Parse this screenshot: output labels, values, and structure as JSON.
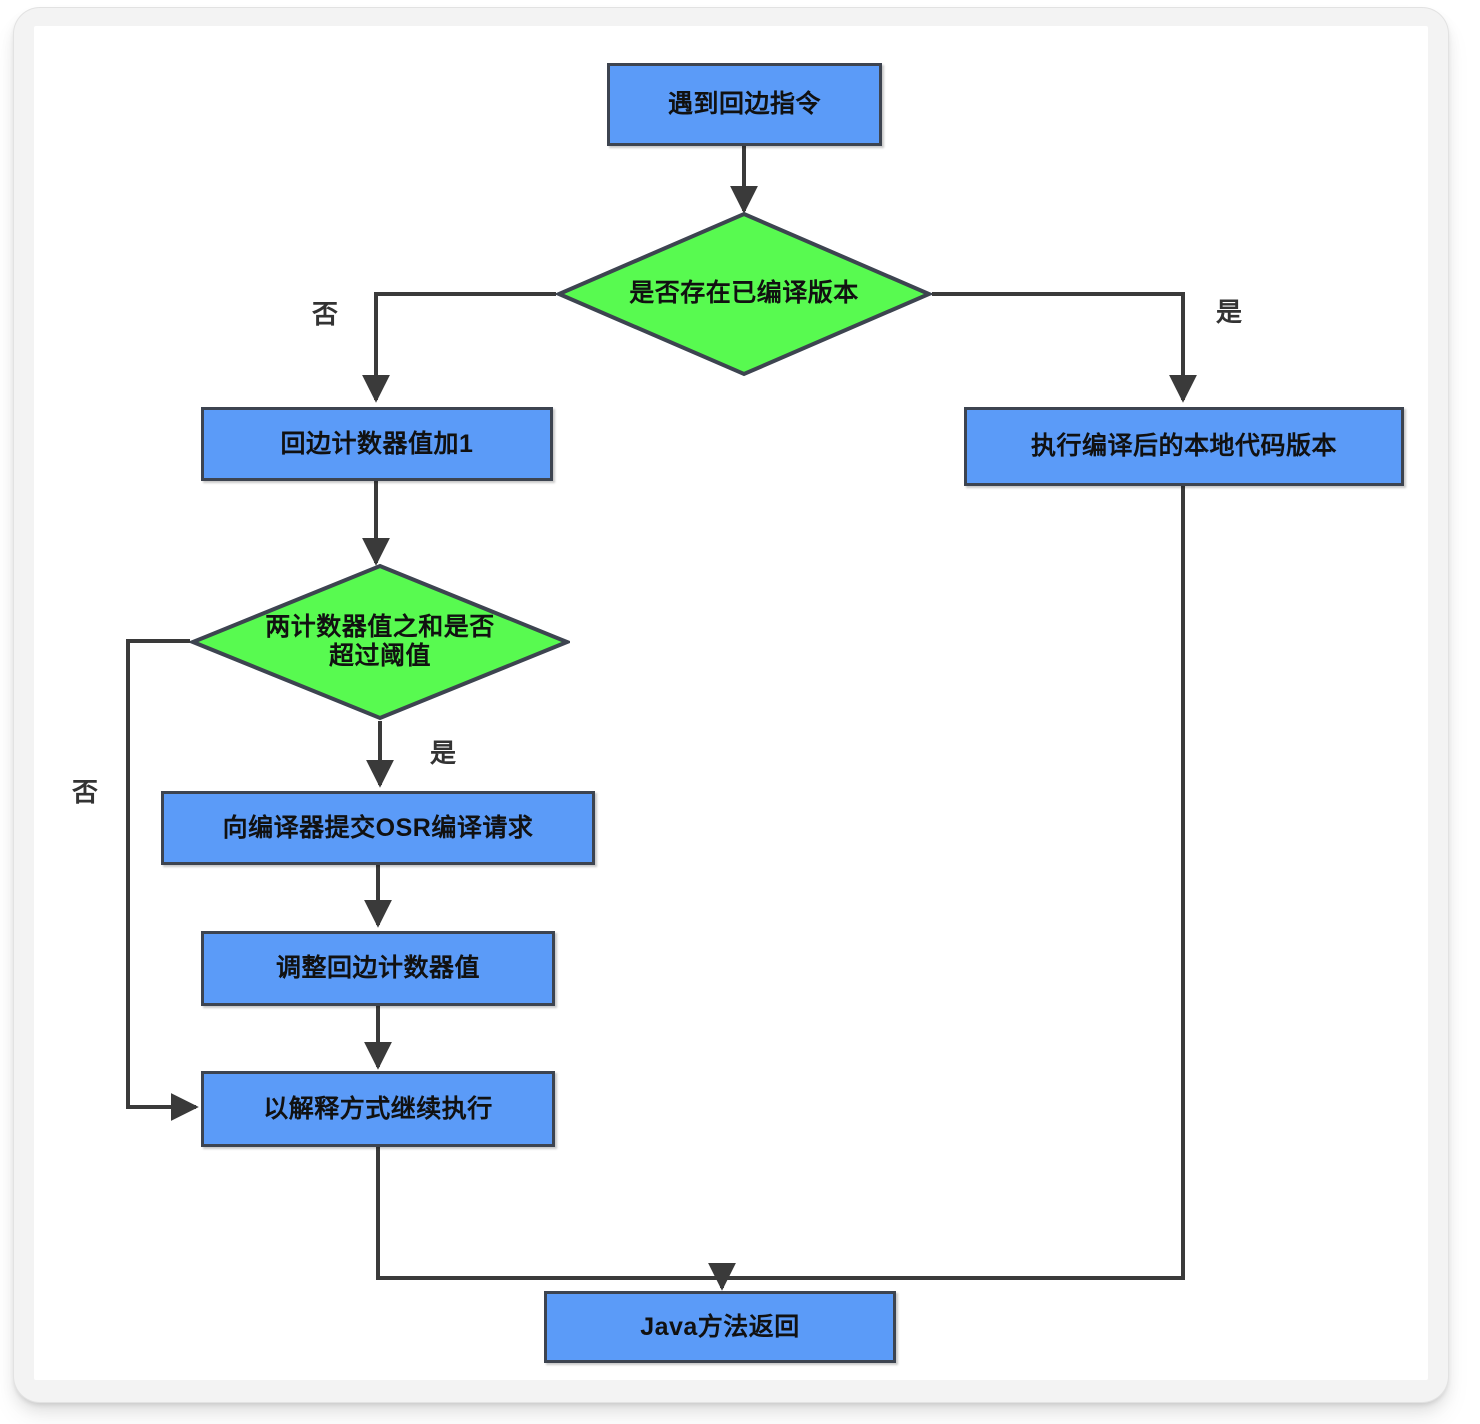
{
  "diagram": {
    "type": "flowchart",
    "title": "",
    "colors": {
      "process_fill": "#5b9bf8",
      "decision_fill": "#58fa50",
      "node_stroke": "#3d4450",
      "connector": "#3a3a3a",
      "frame_bg": "#f3f3f3",
      "canvas_bg": "#ffffff"
    },
    "nodes": [
      {
        "id": "n1",
        "shape": "process",
        "label": "遇到回边指令"
      },
      {
        "id": "n2",
        "shape": "decision",
        "label": "是否存在已编译版本"
      },
      {
        "id": "n3",
        "shape": "process",
        "label": "回边计数器值加1"
      },
      {
        "id": "n4",
        "shape": "process",
        "label": "执行编译后的本地代码版本"
      },
      {
        "id": "n5",
        "shape": "decision",
        "label": "两计数器值之和是否\n超过阈值"
      },
      {
        "id": "n6",
        "shape": "process",
        "label": "向编译器提交OSR编译请求"
      },
      {
        "id": "n7",
        "shape": "process",
        "label": "调整回边计数器值"
      },
      {
        "id": "n8",
        "shape": "process",
        "label": "以解释方式继续执行"
      },
      {
        "id": "n9",
        "shape": "process",
        "label": "Java方法返回"
      }
    ],
    "edge_labels": {
      "d1_no": "否",
      "d1_yes": "是",
      "d2_no": "否",
      "d2_yes": "是"
    },
    "edges": [
      {
        "from": "n1",
        "to": "n2",
        "label": ""
      },
      {
        "from": "n2",
        "to": "n3",
        "label": "否"
      },
      {
        "from": "n2",
        "to": "n4",
        "label": "是"
      },
      {
        "from": "n3",
        "to": "n5",
        "label": ""
      },
      {
        "from": "n5",
        "to": "n6",
        "label": "是"
      },
      {
        "from": "n5",
        "to": "n8",
        "label": "否"
      },
      {
        "from": "n6",
        "to": "n7",
        "label": ""
      },
      {
        "from": "n7",
        "to": "n8",
        "label": ""
      },
      {
        "from": "n8",
        "to": "n9",
        "label": ""
      },
      {
        "from": "n4",
        "to": "n9",
        "label": ""
      }
    ]
  }
}
